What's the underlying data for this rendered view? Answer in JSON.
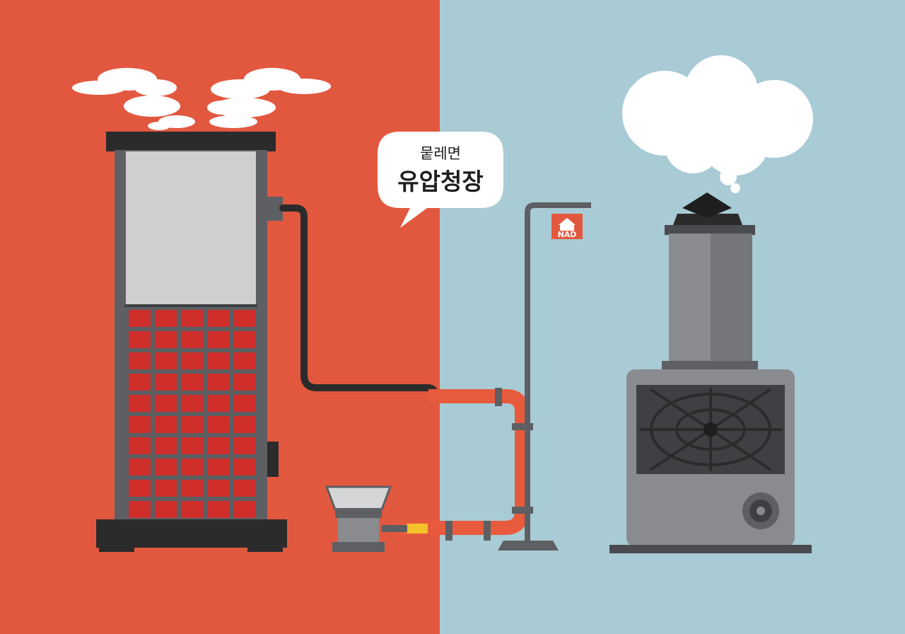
{
  "colors": {
    "left_background": "#e2583f",
    "right_background": "#a8cbd5",
    "tower_frame": "#5d5f63",
    "tower_grid": "#cf2e2b",
    "pipe_red": "#e85a3c",
    "pipe_dark": "#2b2b2b",
    "unit_gray": "#8a8b8e",
    "cloud": "#ffffff"
  },
  "speech_bubble": {
    "line1": "뭍레면",
    "line2": "유압청장"
  },
  "sign": {
    "icon": "house-icon",
    "label": "NAD"
  }
}
